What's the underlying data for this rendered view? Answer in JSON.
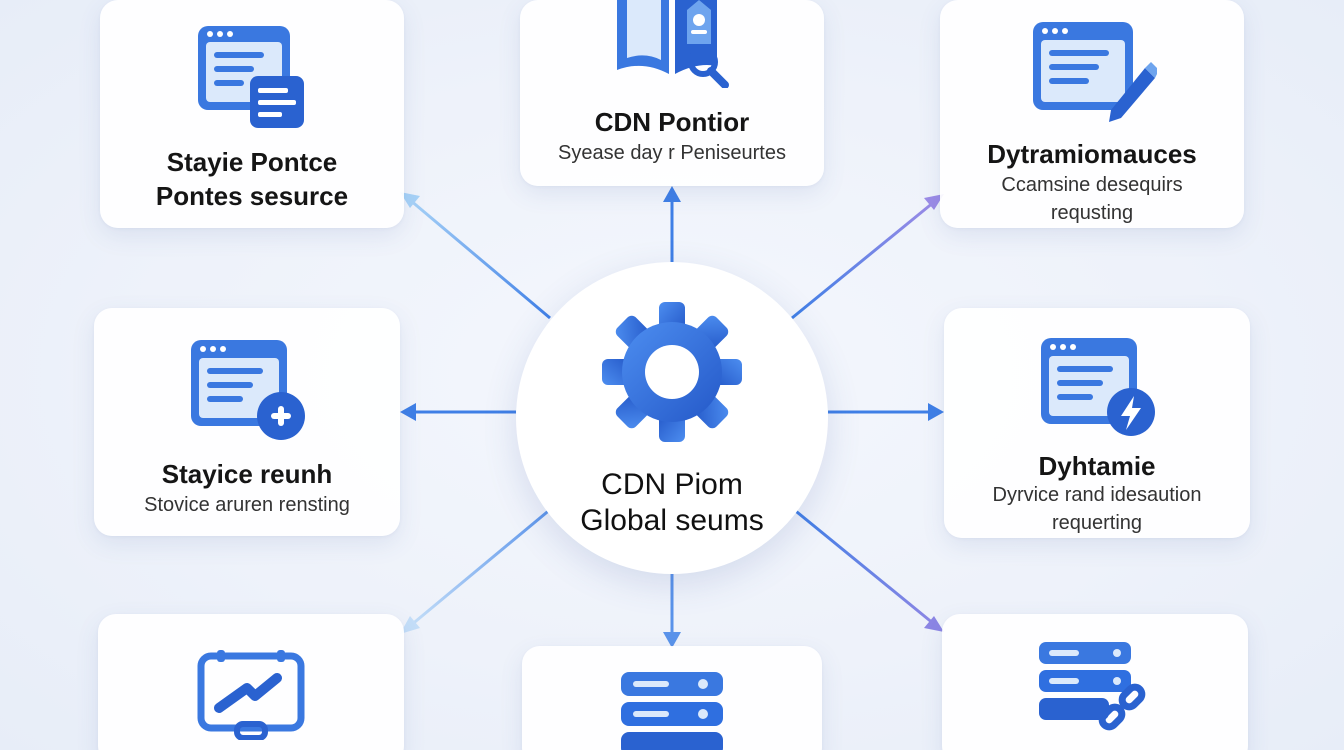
{
  "hub": {
    "line1": "CDN Piom",
    "line2": "Global  seums",
    "icon": "gear-icon"
  },
  "cards": {
    "top_left": {
      "title1": "Stayie Pontce",
      "title2": "Pontes sesurce",
      "icon": "document-stack-icon"
    },
    "top_center": {
      "title": "CDN Pontior",
      "subtitle": "Syease day r Peniseurtes",
      "icon": "book-tag-icon"
    },
    "top_right": {
      "title": "Dytramiomauces",
      "subtitle1": "Ccamsine desequirs",
      "subtitle2": "requsting",
      "icon": "document-pencil-icon"
    },
    "mid_left": {
      "title": "Stayice reunh",
      "subtitle": "Stovice aruren rensting",
      "icon": "document-plus-icon"
    },
    "mid_right": {
      "title": "Dyhtamie",
      "subtitle1": "Dyrvice rand idesaution",
      "subtitle2": "requerting",
      "icon": "document-bolt-icon"
    },
    "bottom_left": {
      "icon": "monitor-chart-icon"
    },
    "bottom_center": {
      "icon": "server-stack-icon"
    },
    "bottom_right": {
      "icon": "server-link-icon"
    }
  },
  "colors": {
    "blue": "#2f6fe0",
    "light_blue": "#7fb6ee",
    "purple": "#8a7ee0"
  }
}
